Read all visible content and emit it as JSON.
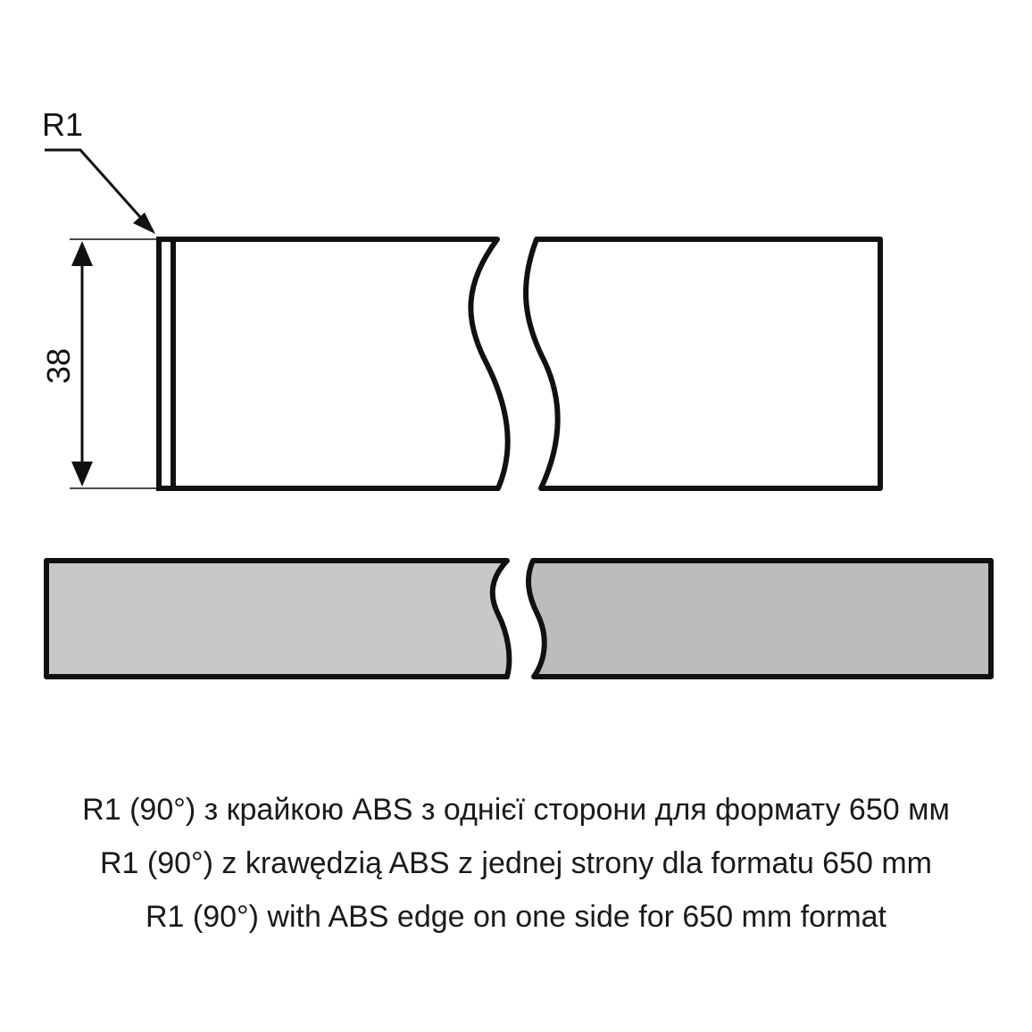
{
  "diagram": {
    "radius_label": "R1",
    "height_label": "38",
    "colors": {
      "outline": "#111111",
      "fill_left": "#c8c8c8",
      "fill_right": "#bdbcbd",
      "background": "#ffffff"
    }
  },
  "captions": [
    "R1 (90°) з крайкою ABS з однієї сторони для формату 650 мм",
    "R1 (90°)  z krawędzią ABS z jednej strony dla formatu 650 mm",
    "R1 (90°) with ABS edge on one side for 650 mm format"
  ]
}
